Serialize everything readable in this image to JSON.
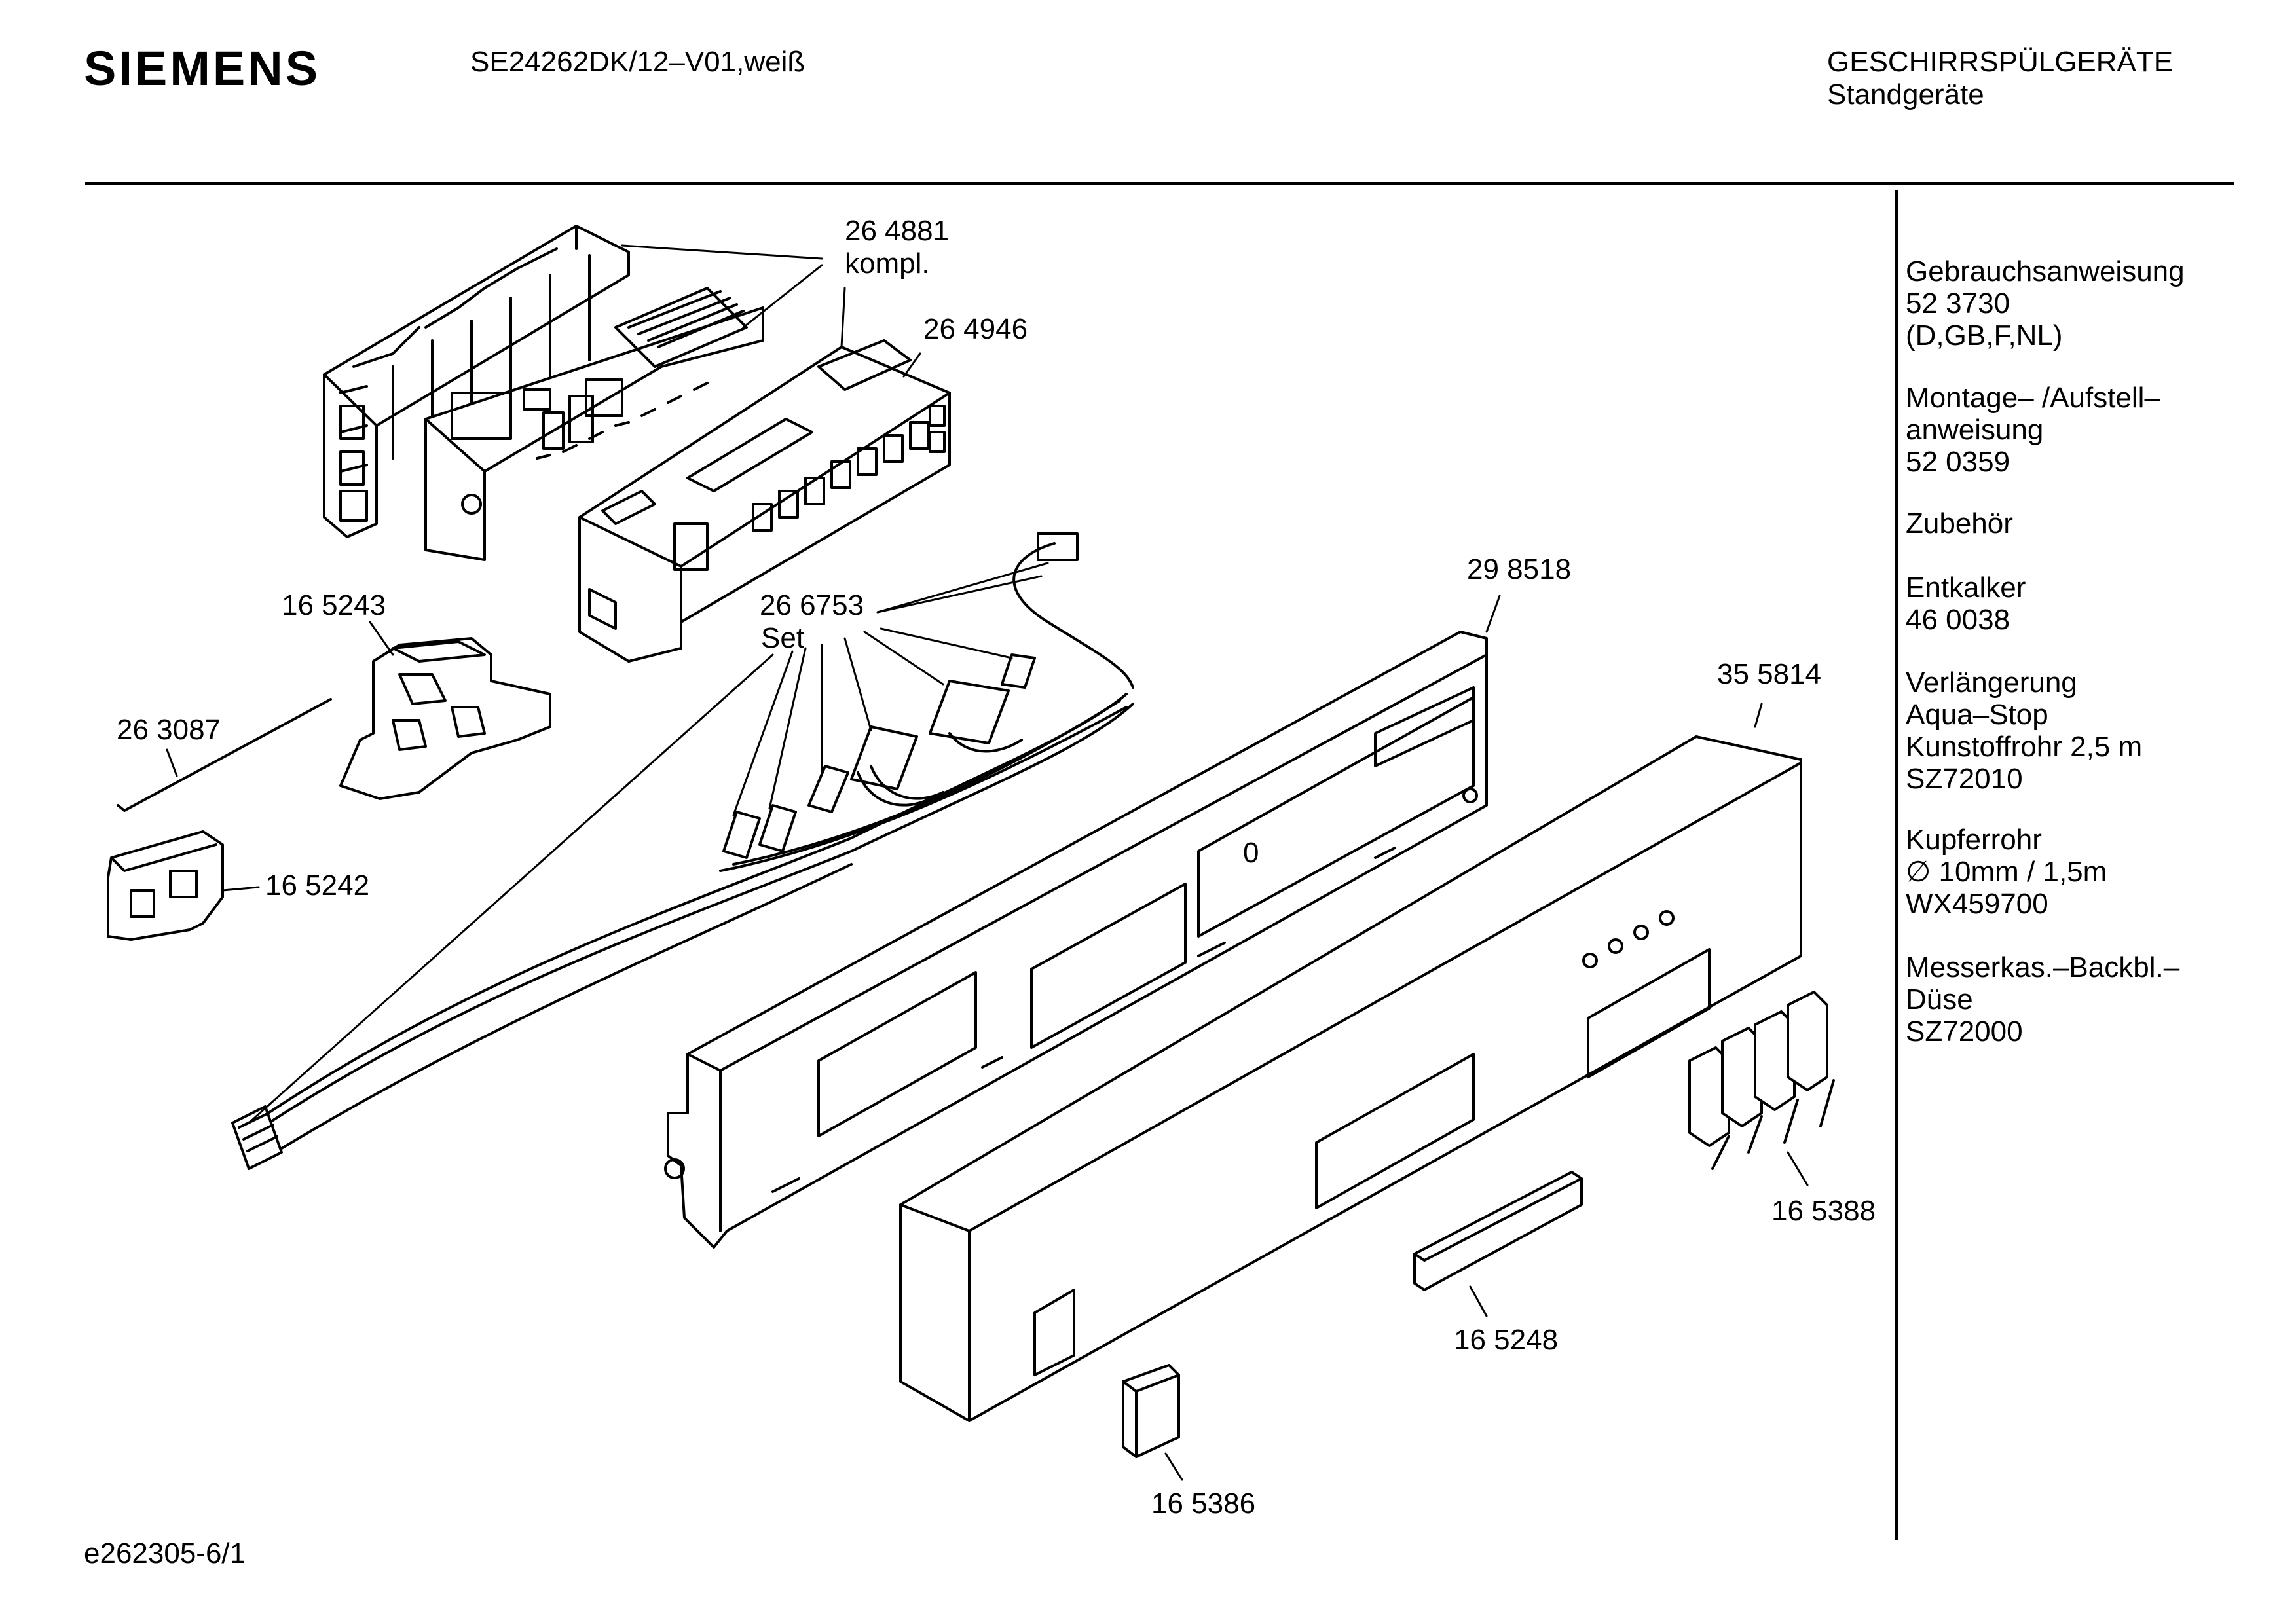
{
  "header": {
    "brand": "SIEMENS",
    "model": "SE24262DK/12–V01,weiß",
    "category": "GESCHIRRSPÜLGERÄTE",
    "subcategory": "Standgeräte"
  },
  "parts": {
    "p264881_num": "26 4881",
    "p264881_note": "kompl.",
    "p264946": "26 4946",
    "p165243": "16 5243",
    "p266753_num": "26 6753",
    "p266753_note": "Set",
    "p298518": "29 8518",
    "p263087": "26 3087",
    "p355814": "35 5814",
    "p165242": "16 5242",
    "p165388": "16 5388",
    "p165248": "16 5248",
    "p165386": "16 5386",
    "panel_marker": "0"
  },
  "sidebar": {
    "b1": "Gebrauchsanweisung\n52 3730\n(D,GB,F,NL)",
    "b2": "Montage– /Aufstell–\nanweisung\n52 0359",
    "b3": "Zubehör",
    "b4": "Entkalker\n46 0038",
    "b5": "Verlängerung\nAqua–Stop\nKunstoffrohr 2,5 m\nSZ72010",
    "b6": "Kupferrohr\n∅ 10mm / 1,5m\nWX459700",
    "b7": "Messerkas.–Backbl.–\nDüse\nSZ72000"
  },
  "footer": {
    "code": "e262305-6/1"
  }
}
